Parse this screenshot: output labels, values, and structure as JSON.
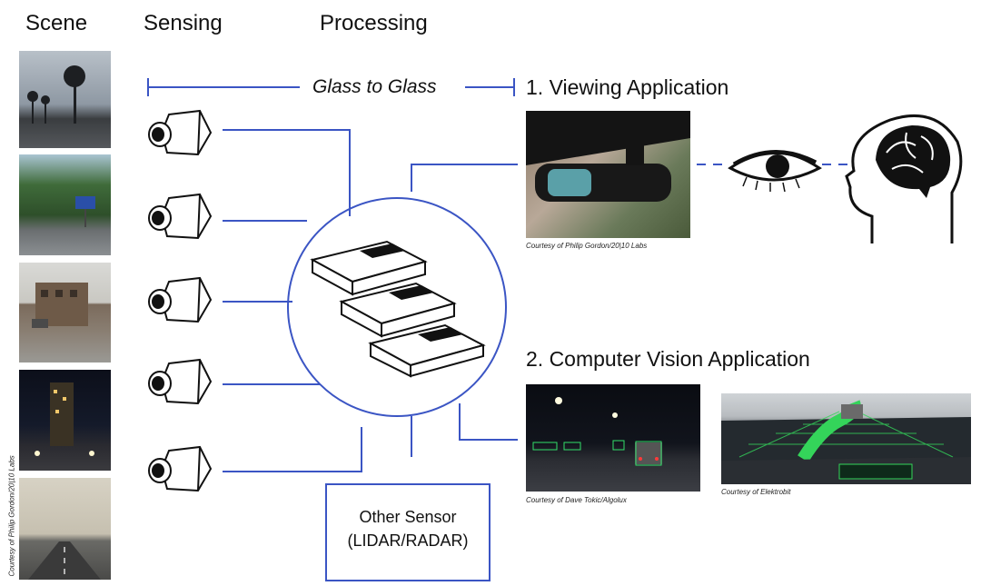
{
  "headers": {
    "scene": "Scene",
    "sensing": "Sensing",
    "processing": "Processing"
  },
  "glass_to_glass": "Glass to Glass",
  "app1": {
    "title": "1. Viewing Application",
    "credit": "Courtesy of Philip Gordon/20|10 Labs"
  },
  "app2": {
    "title": "2. Computer Vision Application",
    "credit_left": "Courtesy of Dave Tokic/Algolux",
    "credit_right": "Courtesy of Elektrobit"
  },
  "scene_credit": "Courtesy of Philip Gordon/20|10 Labs",
  "other_sensor": {
    "line1": "Other Sensor",
    "line2": "(LIDAR/RADAR)"
  },
  "colors": {
    "connector": "#3b55c4"
  }
}
